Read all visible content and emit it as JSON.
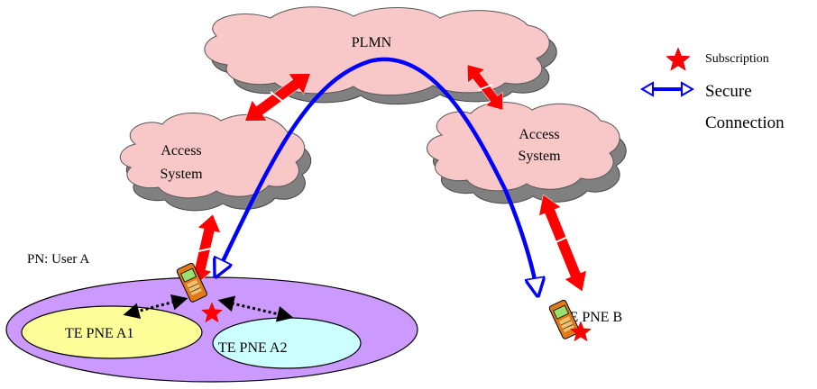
{
  "clouds": {
    "plmn": "PLMN",
    "access_left": [
      "Access",
      "System"
    ],
    "access_right": [
      "Access",
      "System"
    ]
  },
  "pn_label": "PN: User A",
  "devices": {
    "te_a1": "TE PNE  A1",
    "te_a2": "TE PNE  A2",
    "ue_b": "UE PNE  B"
  },
  "legend": {
    "subscription": "Subscription",
    "secure_line1": "Secure",
    "secure_line2": "Connection"
  },
  "colors": {
    "cloud_fill": "#f8c8c8",
    "cloud_shadow": "#808080",
    "pn_fill": "#cc99ff",
    "a1_fill": "#ffff99",
    "a2_fill": "#ccffff",
    "red_arrow": "#ff0000",
    "blue_arrow": "#0000ff",
    "star": "#ff0000"
  }
}
